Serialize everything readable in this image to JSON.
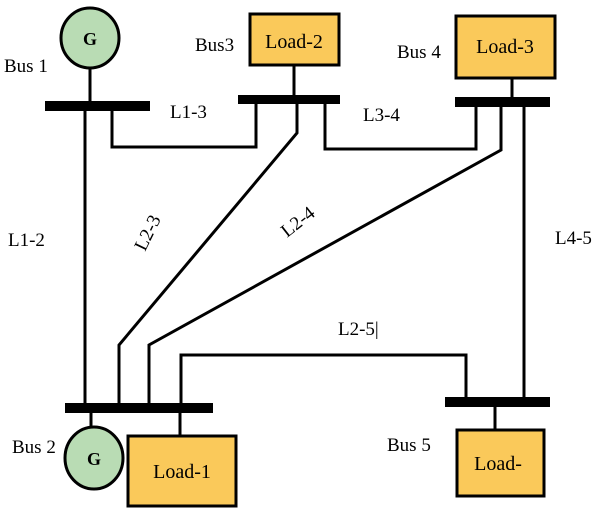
{
  "colors": {
    "load_fill": "#FAC95A",
    "generator_fill": "#B9DCB4",
    "line": "#000000"
  },
  "buses": {
    "bus1": "Bus 1",
    "bus2": "Bus 2",
    "bus3": "Bus3",
    "bus4": "Bus 4",
    "bus5": "Bus 5"
  },
  "generators": {
    "gen1": "G",
    "gen2": "G"
  },
  "loads": {
    "load1": "Load-1",
    "load2": "Load-2",
    "load3": "Load-3",
    "load5": "Load-"
  },
  "lines": {
    "l13": "L1-3",
    "l34": "L3-4",
    "l12": "L1-2",
    "l23": "L2-3",
    "l24": "L2-4",
    "l45": "L4-5",
    "l25": "L2-5|"
  }
}
